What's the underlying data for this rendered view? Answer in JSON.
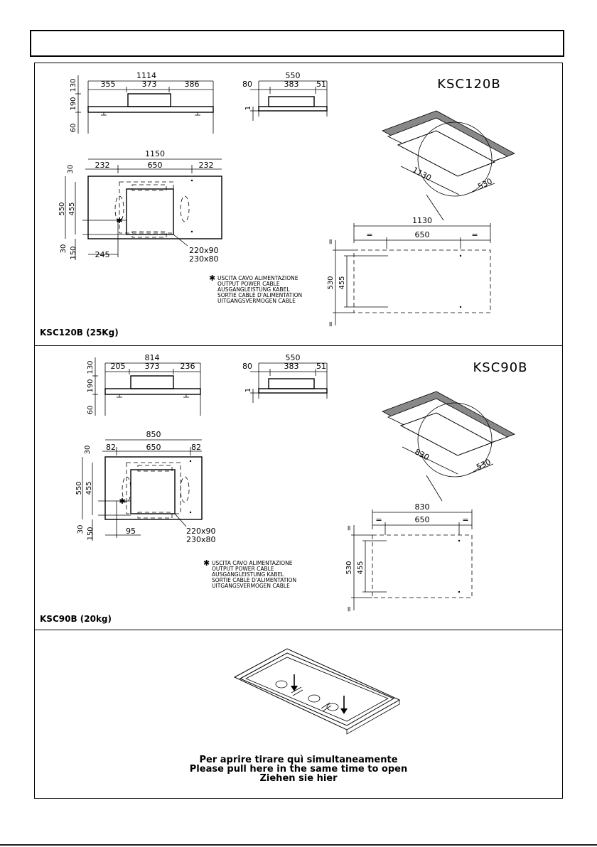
{
  "header": {
    "title": ""
  },
  "panels": [
    {
      "model": "KSC120B",
      "weight_label": "KSC120B  (25Kg)",
      "front_view": {
        "total": "1114",
        "left": "355",
        "mid": "373",
        "right": "386",
        "h_top": "130",
        "h_mid": "190",
        "h_bot": "60"
      },
      "side_view": {
        "total": "550",
        "left": "80",
        "mid": "383",
        "right": "51",
        "h": "1"
      },
      "plan_view": {
        "total": "1150",
        "left": "232",
        "mid": "650",
        "right": "232",
        "depth": "550",
        "inner": "455",
        "top": "30",
        "bottom": "30",
        "b2": "150",
        "offset": "245",
        "holes_1": "220x90",
        "holes_2": "230x80"
      },
      "cutout": {
        "w": "1130",
        "d": "530"
      },
      "template": {
        "total": "1130",
        "eq1": "=",
        "mid": "650",
        "eq2": "=",
        "depth": "530",
        "inner": "455",
        "eq_v": "="
      },
      "legend": [
        "USCITA CAVO ALIMENTAZIONE",
        "OUTPUT POWER CABLE",
        "AUSGANGLEISTUNG KABEL",
        "SORTIE CABLE D'ALIMENTATION",
        "UITGANGSVERMOGEN CABLE"
      ]
    },
    {
      "model": "KSC90B",
      "weight_label": "KSC90B  (20kg)",
      "front_view": {
        "total": "814",
        "left": "205",
        "mid": "373",
        "right": "236",
        "h_top": "130",
        "h_mid": "190",
        "h_bot": "60"
      },
      "side_view": {
        "total": "550",
        "left": "80",
        "mid": "383",
        "right": "51",
        "h": "1"
      },
      "plan_view": {
        "total": "850",
        "left": "82",
        "mid": "650",
        "right": "82",
        "depth": "550",
        "inner": "455",
        "top": "30",
        "bottom": "30",
        "b2": "150",
        "offset": "95",
        "holes_1": "220x90",
        "holes_2": "230x80"
      },
      "cutout": {
        "w": "830",
        "d": "530"
      },
      "template": {
        "total": "830",
        "eq1": "=",
        "mid": "650",
        "eq2": "=",
        "depth": "530",
        "inner": "455",
        "eq_v": "="
      },
      "legend": [
        "USCITA CAVO ALIMENTAZIONE",
        "OUTPUT POWER CABLE",
        "AUSGANGLEISTUNG KABEL",
        "SORTIE CABLE D'ALIMENTATION",
        "UITGANGSVERMOGEN CABLE"
      ]
    }
  ],
  "instructions": {
    "line1": "Per aprire tirare quì simultaneamente",
    "line2": "Please pull here in the same time to open",
    "line3": "Ziehen sie hier"
  }
}
